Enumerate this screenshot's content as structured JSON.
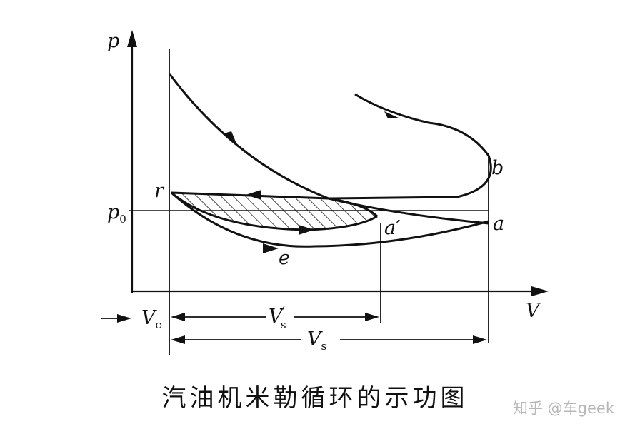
{
  "diagram": {
    "labels": {
      "p_axis": "p",
      "v_axis": "V",
      "p0_main": "p",
      "p0_sub": "0",
      "point_r": "r",
      "point_b": "b",
      "point_a": "a",
      "point_a_prime": "a′",
      "point_e": "e",
      "vc_main": "V",
      "vc_sub": "c",
      "vs_prime_main": "V",
      "vs_prime_sup": "′",
      "vs_prime_sub": "s",
      "vs_main": "V",
      "vs_sub": "s"
    }
  },
  "caption": "汽油机米勒循环的示功图",
  "watermark": "知乎 @车geek",
  "colors": {
    "ink": "#111111",
    "paper": "#ffffff",
    "watermark": "#b7b7b7"
  }
}
